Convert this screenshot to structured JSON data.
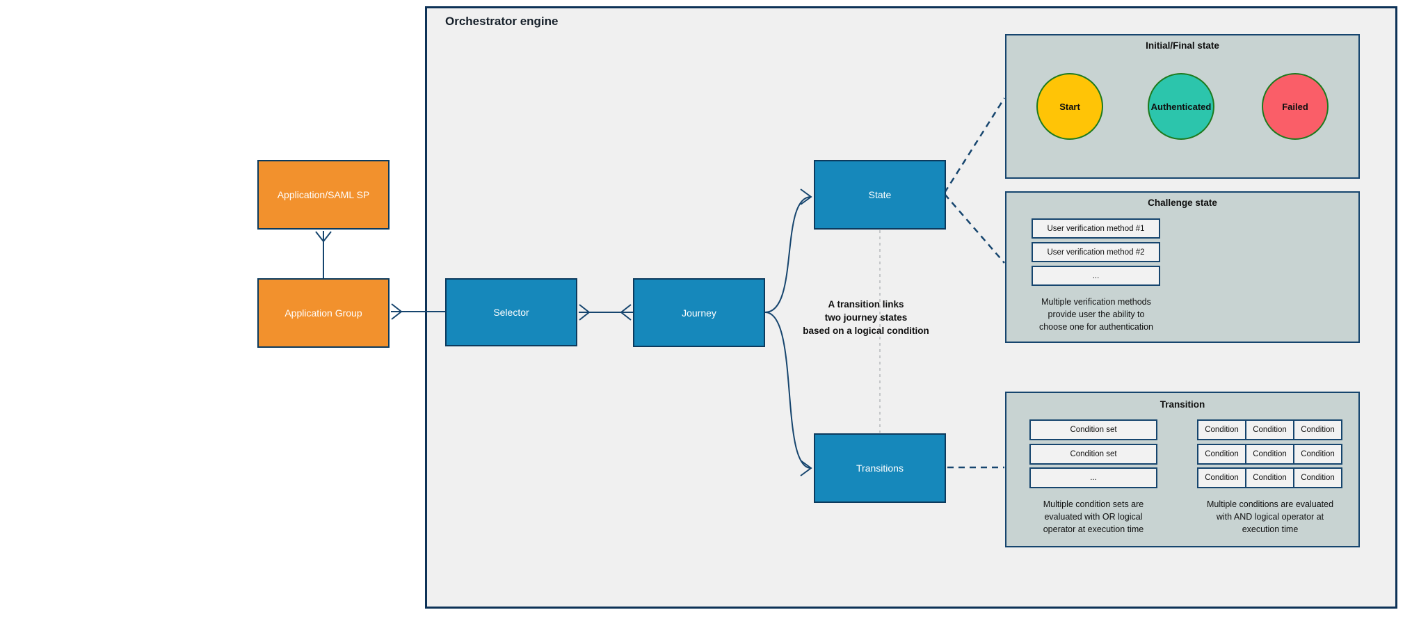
{
  "orchestrator": {
    "title": "Orchestrator engine"
  },
  "nodes": {
    "app_saml": "Application/SAML SP",
    "app_group": "Application Group",
    "selector": "Selector",
    "journey": "Journey",
    "state": "State",
    "transitions": "Transitions"
  },
  "annotation": {
    "l1": "A transition links",
    "l2": "two journey states",
    "l3": "based on a logical condition"
  },
  "initial_final": {
    "title": "Initial/Final state",
    "states": [
      {
        "label": "Start",
        "color": "#FFC406"
      },
      {
        "label": "Authenticated",
        "color": "#2CC5AC"
      },
      {
        "label": "Failed",
        "color": "#FA5E68"
      }
    ]
  },
  "challenge": {
    "title": "Challenge state",
    "methods": [
      "User verification method #1",
      "User verification method #2",
      "..."
    ],
    "caption": {
      "l1": "Multiple verification methods",
      "l2": "provide user the ability to",
      "l3": "choose one for authentication"
    }
  },
  "transition": {
    "title": "Transition",
    "condition_sets": [
      "Condition set",
      "Condition set",
      "..."
    ],
    "sets_caption": {
      "l1": "Multiple condition sets are",
      "l2": "evaluated with OR logical",
      "l3": "operator at execution time"
    },
    "condition_cell": "Condition",
    "conditions_caption": {
      "l1": "Multiple conditions are evaluated",
      "l2": "with AND logical operator at",
      "l3": "execution time"
    }
  },
  "colors": {
    "canvas_fill": "#F0F0F0",
    "border_navy": "#0D3257",
    "node_blue": "#1688BB",
    "node_orange": "#F2912D",
    "panel_fill": "#C8D3D2",
    "inner_box_fill": "#F2F2F2",
    "circle_border_green": "#1E7A1E",
    "start_yellow": "#FFC406",
    "authenticated_teal": "#2CC5AC",
    "failed_red": "#FA5E68",
    "connector_navy": "#16456E",
    "dashed_gray": "#B5B8BA"
  }
}
